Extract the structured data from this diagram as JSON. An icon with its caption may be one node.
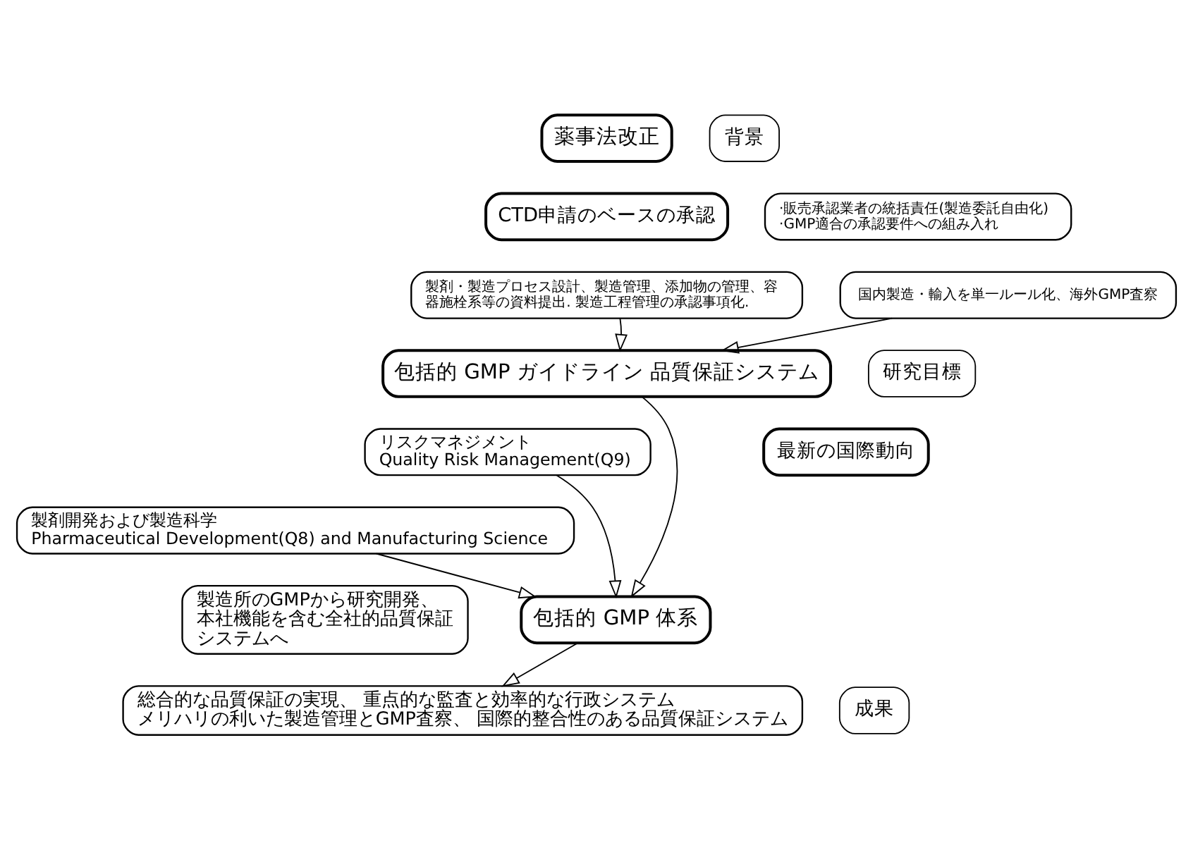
{
  "diagram": {
    "nodes": [
      {
        "text": [
          "薬事法改正"
        ]
      },
      {
        "text": [
          "·販売承認業者の統括責任(製造委託自由化)",
          "·GMP適合の承認要件への組み入れ"
        ]
      },
      {
        "text": [
          "国内製造・輸入を単一ルール化、海外GMP査察"
        ]
      },
      {
        "text": [
          "CTD申請のベースの承認"
        ]
      },
      {
        "text": [
          "製剤・製造プロセス設計、製造管理、添加物の管理、容器施栓系等の資料提出. 製造工程管理の承認事項化."
        ]
      },
      {
        "text": [
          "包括的 GMP ガイドライン 品質保証システム"
        ]
      },
      {
        "text": [
          "最新の国際動向"
        ]
      },
      {
        "text": [
          "製剤開発および製造科学",
          "Pharmaceutical Development(Q8) and Manufacturing Science"
        ]
      },
      {
        "text": [
          "リスクマネジメント",
          "Quality Risk Management(Q9)"
        ]
      },
      {
        "text": [
          "包括的 GMP 体系"
        ]
      },
      {
        "text": [
          "製造所のGMPから研究開発、本社機能を含む全社的品質保証システムへ"
        ]
      },
      {
        "text": [
          "総合的な品質保証の実現、 重点的な監査と効率的な行政システム",
          "メリハリの利いた製造管理とGMP査察、 国際的整合性のある品質保証システム"
        ]
      }
    ],
    "edges": [
      {
        "from": 2,
        "to": 5,
        "arrow": "to"
      },
      {
        "from": 4,
        "to": 5,
        "arrow": "to"
      },
      {
        "from": 5,
        "to": 9,
        "arrow": "to"
      },
      {
        "from": 7,
        "to": 9,
        "arrow": "to"
      },
      {
        "from": 8,
        "to": 9,
        "arrow": "to"
      },
      {
        "from": 9,
        "to": 11,
        "arrow": "to"
      }
    ],
    "labels": [
      "背景",
      "研究目標",
      "成果"
    ]
  }
}
